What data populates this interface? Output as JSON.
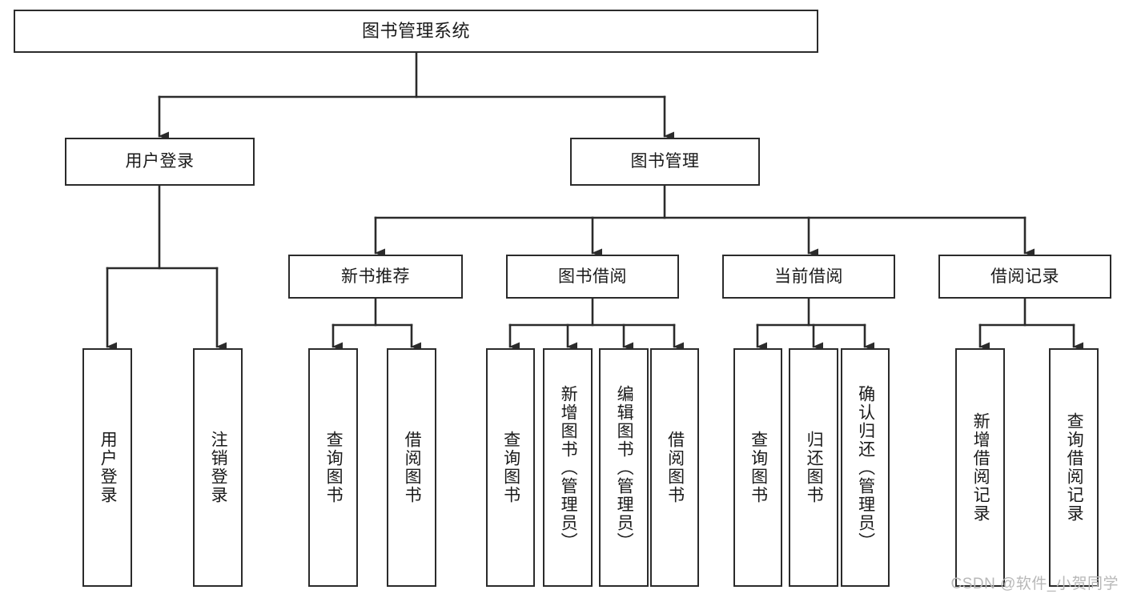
{
  "diagram": {
    "title": "图书管理系统",
    "type": "tree-hierarchy-chart",
    "watermark": "CSDN @软件_小贺同学",
    "colors": {
      "box_border": "#2b2b2b",
      "box_fill": "#ffffff",
      "connector": "#2b2b2b",
      "text": "#1a1a1a",
      "watermark": "#b8b8b8",
      "background": "#ffffff"
    },
    "root": {
      "label": "图书管理系统"
    },
    "level2": [
      {
        "label": "用户登录"
      },
      {
        "label": "图书管理"
      }
    ],
    "level3": [
      {
        "label": "新书推荐"
      },
      {
        "label": "图书借阅"
      },
      {
        "label": "当前借阅"
      },
      {
        "label": "借阅记录"
      }
    ],
    "leaves": {
      "user_login": [
        {
          "label": "用户登录"
        },
        {
          "label": "注销登录"
        }
      ],
      "new_book_recommend": [
        {
          "label": "查询图书"
        },
        {
          "label": "借阅图书"
        }
      ],
      "book_borrow": [
        {
          "label": "查询图书"
        },
        {
          "label": "新增图书（管理员）"
        },
        {
          "label": "编辑图书（管理员）"
        },
        {
          "label": "借阅图书"
        }
      ],
      "current_borrow": [
        {
          "label": "查询图书"
        },
        {
          "label": "归还图书"
        },
        {
          "label": "确认归还（管理员）"
        }
      ],
      "borrow_record": [
        {
          "label": "新增借阅记录"
        },
        {
          "label": "查询借阅记录"
        }
      ]
    }
  }
}
